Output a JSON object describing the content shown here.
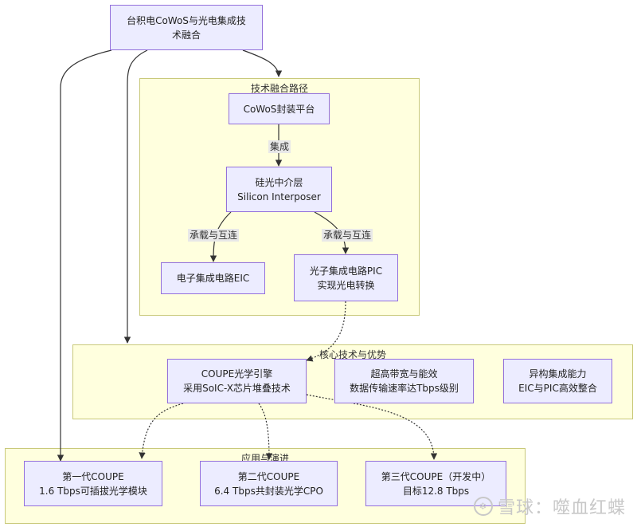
{
  "top": {
    "line1": "台积电CoWoS与光电集成技",
    "line2": "术融合"
  },
  "clusters": {
    "path": "技术融合路径",
    "core": "核心技术与优势",
    "app": "应用与演进"
  },
  "nodes": {
    "cowos": {
      "line1": "CoWoS封装平台"
    },
    "interposer": {
      "line1": "硅光中介层",
      "line2": "Silicon Interposer"
    },
    "eic": {
      "line1": "电子集成电路EIC"
    },
    "pic": {
      "line1": "光子集成电路PIC",
      "line2": "实现光电转换"
    },
    "coupe": {
      "line1": "COUPE光学引擎",
      "line2": "采用SoIC-X芯片堆叠技术"
    },
    "bandwidth": {
      "line1": "超高带宽与能效",
      "line2": "数据传输速率达Tbps级别"
    },
    "hetero": {
      "line1": "异构集成能力",
      "line2": "EIC与PIC高效整合"
    },
    "gen1": {
      "line1": "第一代COUPE",
      "line2": "1.6 Tbps可插拔光学模块"
    },
    "gen2": {
      "line1": "第二代COUPE",
      "line2": "6.4 Tbps共封装光学CPO"
    },
    "gen3": {
      "line1": "第三代COUPE（开发中）",
      "line2": "目标12.8 Tbps"
    }
  },
  "edge_labels": {
    "integrate": "集成",
    "carry1": "承载与互连",
    "carry2": "承载与互连"
  },
  "watermark": {
    "text": "雪球：噬血红蝶"
  }
}
